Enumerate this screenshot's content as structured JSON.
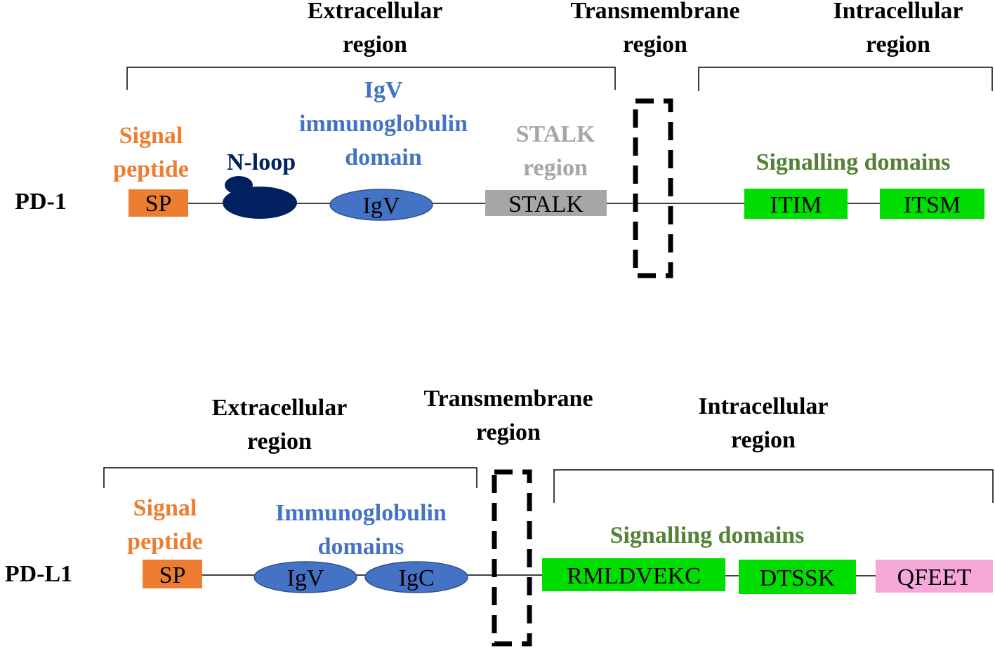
{
  "colors": {
    "signal": "#ed7d31",
    "igblue": "#4472c4",
    "navy": "#002060",
    "stalk": "#a6a6a6",
    "green": "#00dd00",
    "green_text": "#538135",
    "pink": "#f6a8d8",
    "black": "#000000"
  },
  "pd1": {
    "protein_label": "PD-1",
    "region_extracellular": [
      "Extracellular",
      "region"
    ],
    "region_transmembrane": [
      "Transmembrane",
      "region"
    ],
    "region_intracellular": [
      "Intracellular",
      "region"
    ],
    "signal_peptide_label": [
      "Signal",
      "peptide"
    ],
    "nloop_label": "N-loop",
    "igv_label": [
      "IgV",
      "immunoglobulin",
      "domain"
    ],
    "stalk_label": [
      "STALK",
      "region"
    ],
    "signalling_label": "Signalling domains",
    "boxes": {
      "sp": "SP",
      "igv": "IgV",
      "stalk": "STALK",
      "itim": "ITIM",
      "itsm": "ITSM"
    }
  },
  "pdl1": {
    "protein_label": "PD-L1",
    "region_extracellular": [
      "Extracellular",
      "region"
    ],
    "region_transmembrane": [
      "Transmembrane",
      "region"
    ],
    "region_intracellular": [
      "Intracellular",
      "region"
    ],
    "signal_peptide_label": [
      "Signal",
      "peptide"
    ],
    "ig_label": [
      "Immunoglobulin",
      "domains"
    ],
    "signalling_label": "Signalling domains",
    "boxes": {
      "sp": "SP",
      "igv": "IgV",
      "igc": "IgC",
      "rmldvekc": "RMLDVEKC",
      "dtssk": "DTSSK",
      "qfeet": "QFEET"
    }
  }
}
